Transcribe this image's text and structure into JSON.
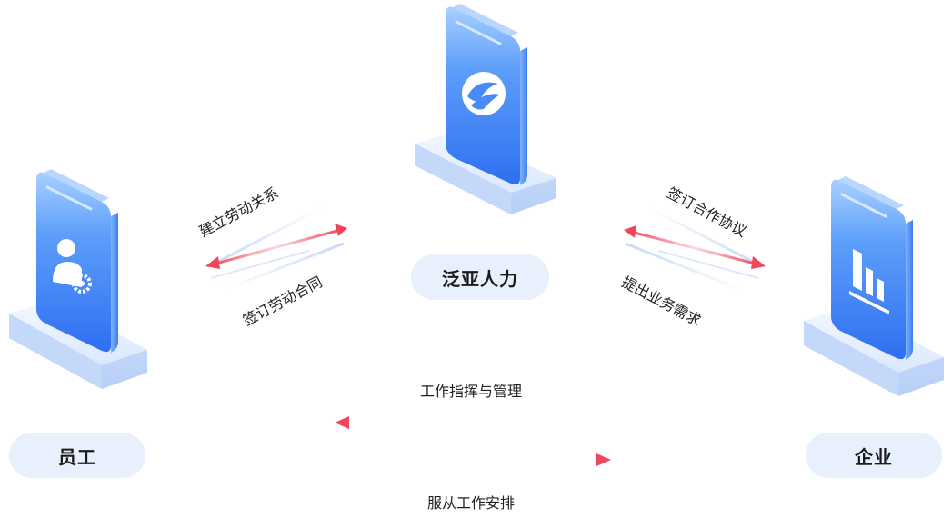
{
  "nodes": {
    "employee": "员工",
    "platform": "泛亚人力",
    "enterprise": "企业"
  },
  "relations": {
    "establish_labor": "建立劳动关系",
    "sign_labor_contract": "签订劳动合同",
    "sign_cooperation": "签订合作协议",
    "business_needs": "提出业务需求",
    "work_command": "工作指挥与管理",
    "obey_arrangement": "服从工作安排"
  },
  "icons": {
    "employee": "user-gear-icon",
    "platform": "brand-leaf-icon",
    "enterprise": "building-chart-icon"
  },
  "colors": {
    "phone_blue": "#3e82f7",
    "arrow_red": "#f0455a",
    "pill_bg": "#e9f0fd"
  }
}
